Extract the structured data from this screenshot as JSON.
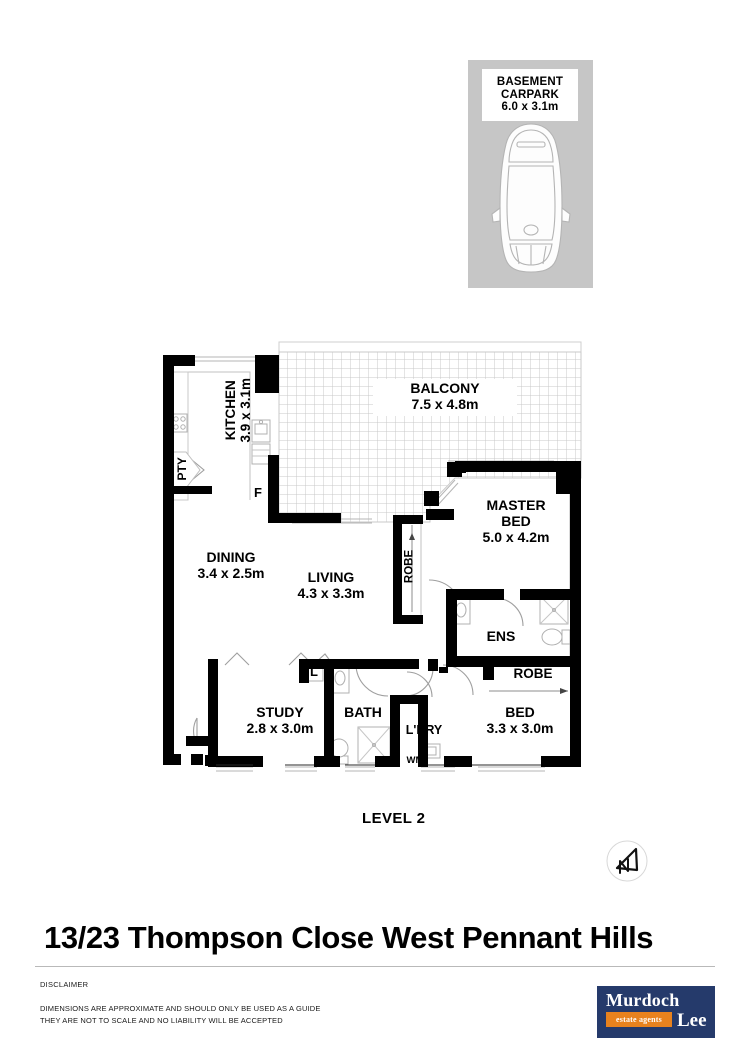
{
  "document": {
    "address": "13/23 Thompson Close West Pennant Hills",
    "level_label": "LEVEL 2",
    "north_icon": "north-arrow-icon"
  },
  "carpark": {
    "line1": "BASEMENT",
    "line2": "CARPARK",
    "line3": "6.0 x 3.1m",
    "icon": "car-icon",
    "background_color": "#c6c6c6"
  },
  "rooms": [
    {
      "key": "kitchen",
      "name": "KITCHEN",
      "dims": "3.9 x 3.1m"
    },
    {
      "key": "balcony",
      "name": "BALCONY",
      "dims": "7.5 x 4.8m"
    },
    {
      "key": "master",
      "name": "MASTER BED",
      "name_line1": "MASTER",
      "name_line2": "BED",
      "dims": "5.0 x 4.2m"
    },
    {
      "key": "dining",
      "name": "DINING",
      "dims": "3.4 x 2.5m"
    },
    {
      "key": "living",
      "name": "LIVING",
      "dims": "4.3 x 3.3m"
    },
    {
      "key": "study",
      "name": "STUDY",
      "dims": "2.8 x 3.0m"
    },
    {
      "key": "bath",
      "name": "BATH",
      "dims": ""
    },
    {
      "key": "bed2",
      "name": "BED",
      "dims": "3.3 x 3.0m"
    },
    {
      "key": "ens",
      "name": "ENS",
      "dims": ""
    },
    {
      "key": "laundry",
      "name": "L'DRY",
      "dims": ""
    },
    {
      "key": "pantry",
      "name": "PTY",
      "dims": ""
    },
    {
      "key": "robe_master",
      "name": "ROBE",
      "dims": ""
    },
    {
      "key": "robe_bed2",
      "name": "ROBE",
      "dims": ""
    },
    {
      "key": "linen",
      "name": "L",
      "dims": ""
    },
    {
      "key": "fridge",
      "name": "F",
      "dims": ""
    },
    {
      "key": "washer",
      "name": "WM",
      "dims": ""
    }
  ],
  "labels": {
    "kitchen_name": "KITCHEN",
    "kitchen_dims": "3.9 x 3.1m",
    "balcony_name": "BALCONY",
    "balcony_dims": "7.5 x 4.8m",
    "master_name1": "MASTER",
    "master_name2": "BED",
    "master_dims": "5.0 x 4.2m",
    "dining_name": "DINING",
    "dining_dims": "3.4 x 2.5m",
    "living_name": "LIVING",
    "living_dims": "4.3 x 3.3m",
    "study_name": "STUDY",
    "study_dims": "2.8 x 3.0m",
    "bath_name": "BATH",
    "bed2_name": "BED",
    "bed2_dims": "3.3 x 3.0m",
    "ens_name": "ENS",
    "ldry_name": "L'DRY",
    "pty_name": "PTY",
    "robe_master": "ROBE",
    "robe_bed2": "ROBE",
    "linen": "L",
    "fridge": "F",
    "washer": "WM"
  },
  "disclaimer": {
    "title": "DISCLAIMER",
    "line1": "DIMENSIONS ARE APPROXIMATE AND SHOULD ONLY BE USED AS A GUIDE",
    "line2": "THEY ARE NOT TO SCALE AND NO LIABILITY WILL BE ACCEPTED"
  },
  "logo": {
    "brand": "Murdoch",
    "tagline": "estate agents",
    "surname": "Lee",
    "bg_color": "#253a6b",
    "accent_color": "#e8821e"
  },
  "colors": {
    "wall": "#000000",
    "thin_line": "#1a1a1a",
    "fixture_line": "#9a9a9a",
    "tile_grid": "#c9c9c9",
    "carpark_grey": "#c6c6c6"
  }
}
